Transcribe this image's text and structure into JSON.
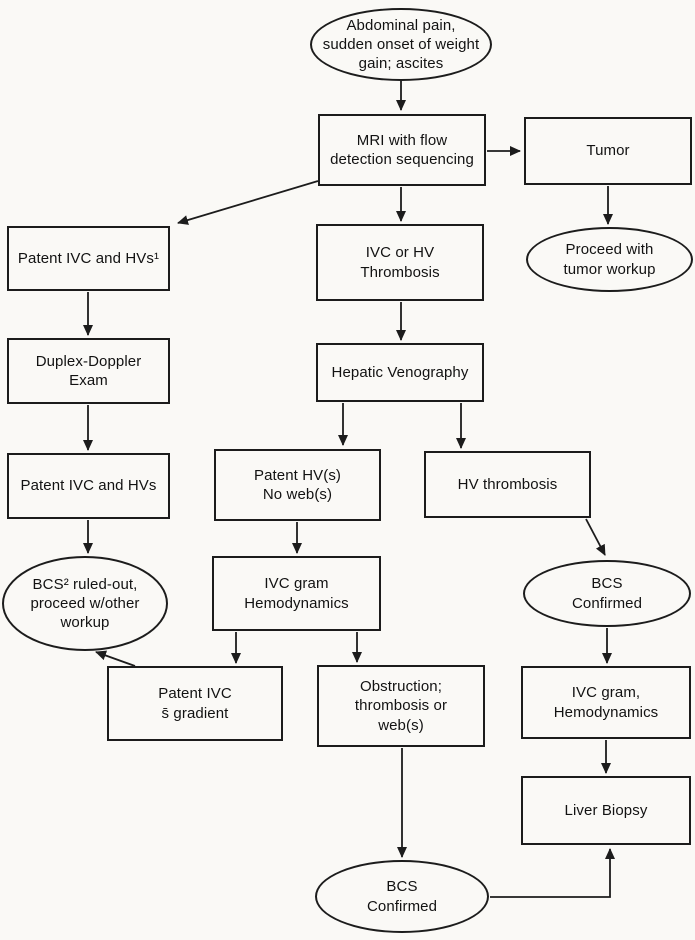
{
  "diagram": {
    "nodes": {
      "start": {
        "shape": "ellipse",
        "label": "Abdominal pain,\nsudden onset of weight\ngain; ascites"
      },
      "mri": {
        "shape": "box",
        "label": "MRI with flow\ndetection sequencing"
      },
      "tumor": {
        "shape": "box",
        "label": "Tumor"
      },
      "tumor_workup": {
        "shape": "ellipse",
        "label": "Proceed with\ntumor workup"
      },
      "patent_ivc_hvs_initial": {
        "shape": "box",
        "label": "Patent IVC and HVs¹"
      },
      "ivc_hv_thrombosis": {
        "shape": "box",
        "label": "IVC or HV\nThrombosis"
      },
      "duplex_doppler": {
        "shape": "box",
        "label": "Duplex-Doppler\nExam"
      },
      "hepatic_venography": {
        "shape": "box",
        "label": "Hepatic Venography"
      },
      "patent_ivc_hvs": {
        "shape": "box",
        "label": "Patent IVC and HVs"
      },
      "patent_hv_no_webs": {
        "shape": "box",
        "label": "Patent HV(s)\nNo web(s)"
      },
      "hv_thrombosis": {
        "shape": "box",
        "label": "HV thrombosis"
      },
      "bcs_ruled_out": {
        "shape": "ellipse",
        "label": "BCS² ruled-out,\nproceed w/other\nworkup"
      },
      "ivc_gram_hemodynamics": {
        "shape": "box",
        "label": "IVC gram\nHemodynamics"
      },
      "bcs_confirmed_right": {
        "shape": "ellipse",
        "label": "BCS\nConfirmed"
      },
      "patent_ivc_no_gradient": {
        "shape": "box",
        "label": "Patent IVC\ns̄ gradient"
      },
      "obstruction": {
        "shape": "box",
        "label": "Obstruction;\nthrombosis or\nweb(s)"
      },
      "ivc_gram_hemodynamics_2": {
        "shape": "box",
        "label": "IVC gram,\nHemodynamics"
      },
      "liver_biopsy": {
        "shape": "box",
        "label": "Liver Biopsy"
      },
      "bcs_confirmed_bottom": {
        "shape": "ellipse",
        "label": "BCS\nConfirmed"
      }
    },
    "edges": [
      {
        "from": "start",
        "to": "mri"
      },
      {
        "from": "mri",
        "to": "tumor"
      },
      {
        "from": "tumor",
        "to": "tumor_workup"
      },
      {
        "from": "mri",
        "to": "patent_ivc_hvs_initial"
      },
      {
        "from": "mri",
        "to": "ivc_hv_thrombosis"
      },
      {
        "from": "patent_ivc_hvs_initial",
        "to": "duplex_doppler"
      },
      {
        "from": "duplex_doppler",
        "to": "patent_ivc_hvs"
      },
      {
        "from": "patent_ivc_hvs",
        "to": "bcs_ruled_out"
      },
      {
        "from": "ivc_hv_thrombosis",
        "to": "hepatic_venography"
      },
      {
        "from": "hepatic_venography",
        "to": "patent_hv_no_webs"
      },
      {
        "from": "hepatic_venography",
        "to": "hv_thrombosis"
      },
      {
        "from": "patent_hv_no_webs",
        "to": "ivc_gram_hemodynamics"
      },
      {
        "from": "ivc_gram_hemodynamics",
        "to": "patent_ivc_no_gradient"
      },
      {
        "from": "ivc_gram_hemodynamics",
        "to": "obstruction"
      },
      {
        "from": "patent_ivc_no_gradient",
        "to": "bcs_ruled_out"
      },
      {
        "from": "obstruction",
        "to": "bcs_confirmed_bottom"
      },
      {
        "from": "hv_thrombosis",
        "to": "bcs_confirmed_right"
      },
      {
        "from": "bcs_confirmed_right",
        "to": "ivc_gram_hemodynamics_2"
      },
      {
        "from": "ivc_gram_hemodynamics_2",
        "to": "liver_biopsy"
      },
      {
        "from": "bcs_confirmed_bottom",
        "to": "liver_biopsy"
      }
    ],
    "colors": {
      "line": "#1c1c1c",
      "node_fill": "#faf9f6",
      "background": "#faf9f6",
      "text": "#121212"
    }
  }
}
